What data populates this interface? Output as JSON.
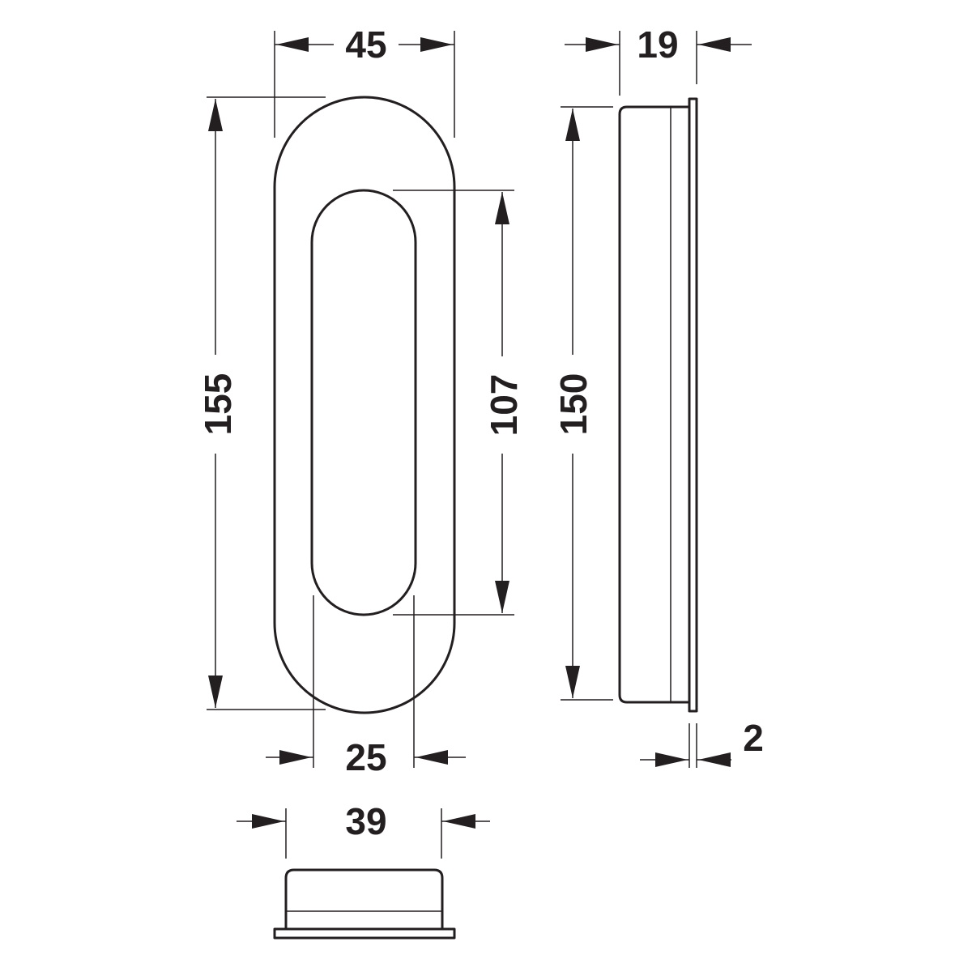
{
  "dimensions": {
    "overall_width": "45",
    "overall_height": "155",
    "recess_length": "107",
    "recess_width": "25",
    "side_height": "150",
    "side_depth": "19",
    "flange_thickness": "2",
    "bottom_width": "39"
  },
  "colors": {
    "line": "#231f20",
    "background": "#ffffff"
  }
}
